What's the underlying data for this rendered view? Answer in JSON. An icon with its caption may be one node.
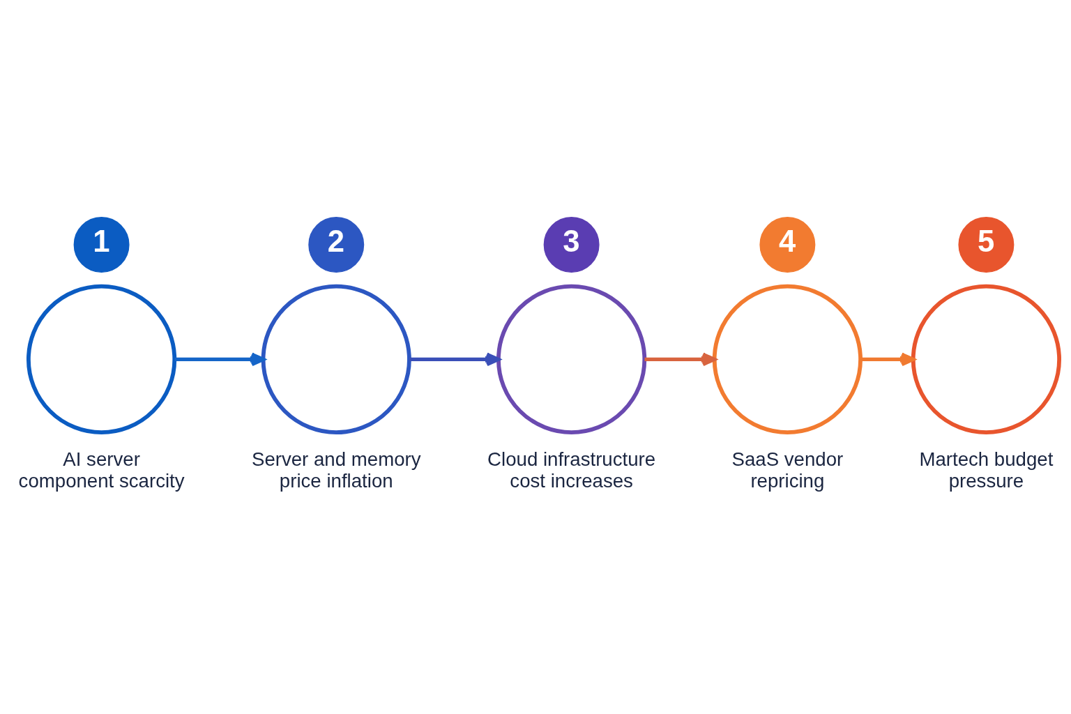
{
  "diagram": {
    "nodes": [
      {
        "text": [
          "1"
        ]
      },
      {
        "text": [],
        "shape": "circle",
        "beside": [
          "AI server component scarcity"
        ]
      },
      {
        "text": [
          "2"
        ]
      },
      {
        "text": [],
        "shape": "circle",
        "beside": [
          "Server and memory price inflation"
        ]
      },
      {
        "text": [
          "3"
        ]
      },
      {
        "text": [],
        "shape": "circle",
        "beside": [
          "Cloud infrastructure cost increases"
        ]
      },
      {
        "text": [
          "4"
        ]
      },
      {
        "text": [],
        "shape": "circle",
        "beside": [
          "SaaS vendor repricing"
        ]
      },
      {
        "text": [
          "5"
        ]
      },
      {
        "text": [],
        "shape": "circle",
        "beside": [
          "Martech budget pressure"
        ]
      }
    ],
    "edges": [
      {
        "from": 1,
        "to": 3,
        "arrow": "to",
        "color": "#1565c8"
      },
      {
        "from": 3,
        "to": 5,
        "arrow": "to",
        "color": "#3a4fb8"
      },
      {
        "from": 5,
        "to": 7,
        "arrow": "to",
        "color": "#d8643f"
      },
      {
        "from": 7,
        "to": 9,
        "arrow": "to",
        "color": "#f07a30"
      }
    ]
  }
}
